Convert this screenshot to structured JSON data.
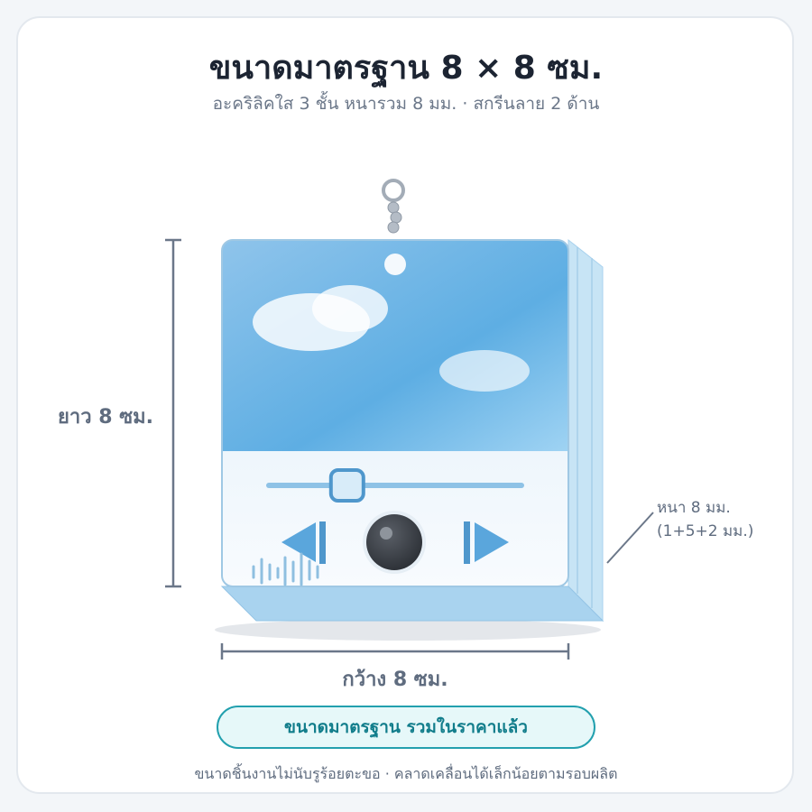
{
  "heading": {
    "title": "ขนาดมาตรฐาน 8 × 8 ซม.",
    "subtitle": "อะคริลิคใส 3 ชั้น หนารวม 8 มม. · สกรีนลาย 2 ด้าน"
  },
  "dimensions": {
    "length_label": "ยาว 8 ซม.",
    "width_label": "กว้าง 8 ซม.",
    "thickness_line1": "หนา 8 มม.",
    "thickness_line2": "(1+5+2 มม.)"
  },
  "badge": {
    "label": "ขนาดมาตรฐาน รวมในราคาแล้ว"
  },
  "footnote": "ขนาดชิ้นงานไม่นับรูร้อยตะขอ · คลาดเคลื่อนได้เล็กน้อยตามรอบผลิต",
  "product": {
    "slider_level": 0.31,
    "icons": [
      "keyring-icon",
      "previous-icon",
      "record-button-icon",
      "next-icon",
      "waveform-icon"
    ]
  },
  "colors": {
    "title": "#1c2432",
    "muted": "#6b7789",
    "dimension_line": "#6b7789",
    "sky_top": "#8ec3ea",
    "sky_bottom": "#5dade2",
    "acrylic_edge": "#b9dcf2",
    "badge_border": "#22a0ae",
    "badge_text": "#117d8b",
    "badge_fill": "#e6f8f9"
  }
}
